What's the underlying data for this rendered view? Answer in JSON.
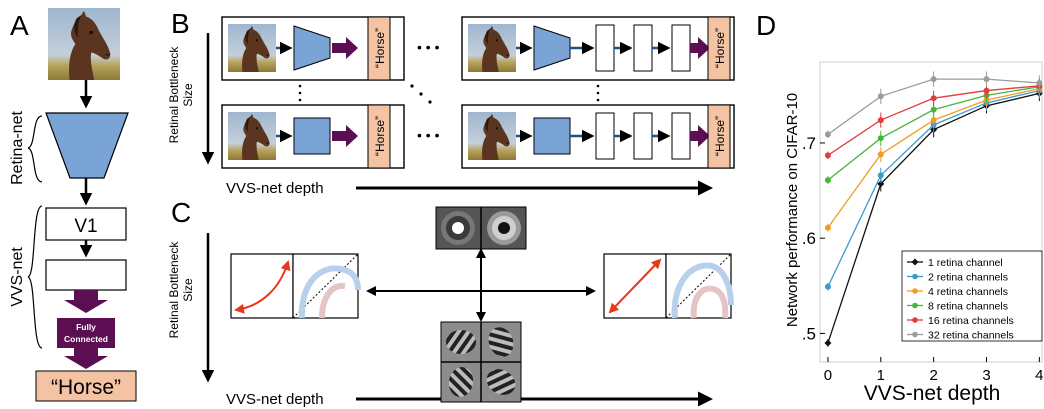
{
  "panel_letters": {
    "a": "A",
    "b": "B",
    "c": "C",
    "d": "D"
  },
  "panel_a": {
    "retina_label": "Retina-net",
    "vvs_label": "VVS-net",
    "v1_label": "V1",
    "fc_line1": "Fully",
    "fc_line2": "Connected",
    "output_label": "“Horse”"
  },
  "panel_b": {
    "y_label_line1": "Retinal Bottleneck",
    "y_label_line2": "Size",
    "x_label": "VVS-net depth",
    "output_label": "“Horse”",
    "ellipsis": "• • •"
  },
  "panel_c": {
    "y_label_line1": "Retinal Bottleneck",
    "y_label_line2": "Size",
    "x_label": "VVS-net depth"
  },
  "colors": {
    "retina_blue": "#7aa4d6",
    "dark_purple": "#5c0e53",
    "output_peach": "#f4c3a3",
    "red_arrow": "#e8371a",
    "light_blue": "#b8d0ec",
    "light_red": "#e4c4c4"
  },
  "chart_data": {
    "type": "line",
    "ylabel": "Network performance on CIFAR-10",
    "xlabel": "VVS-net depth",
    "x": [
      0,
      1,
      2,
      3,
      4
    ],
    "x_ticks": [
      "0",
      "1",
      "2",
      "3",
      "4"
    ],
    "y_ticks": [
      ".5",
      ".6",
      ".7"
    ],
    "y_tick_values": [
      0.5,
      0.6,
      0.7
    ],
    "xlim": [
      -0.15,
      4.05
    ],
    "ylim": [
      0.47,
      0.785
    ],
    "grid": false,
    "legend_position": "bottom-right",
    "series": [
      {
        "name": "1 retina channel",
        "color": "#111111",
        "values": [
          0.49,
          0.657,
          0.714,
          0.739,
          0.752
        ]
      },
      {
        "name": "2 retina channels",
        "color": "#3c9ad0",
        "values": [
          0.549,
          0.666,
          0.719,
          0.742,
          0.755
        ]
      },
      {
        "name": "4 retina channels",
        "color": "#f39b26",
        "values": [
          0.611,
          0.688,
          0.724,
          0.745,
          0.757
        ]
      },
      {
        "name": "8 retina channels",
        "color": "#45b63c",
        "values": [
          0.661,
          0.705,
          0.735,
          0.75,
          0.759
        ]
      },
      {
        "name": "16 retina channels",
        "color": "#e23c3c",
        "values": [
          0.687,
          0.724,
          0.747,
          0.755,
          0.76
        ]
      },
      {
        "name": "32 retina channels",
        "color": "#9c9c9c",
        "values": [
          0.709,
          0.749,
          0.767,
          0.767,
          0.763
        ]
      }
    ]
  }
}
